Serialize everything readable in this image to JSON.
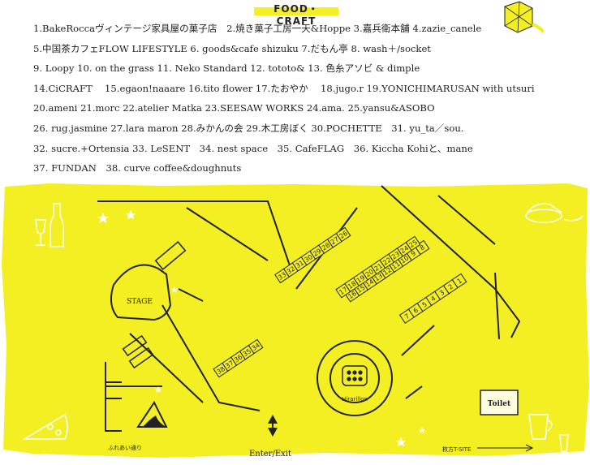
{
  "header": {
    "title": "FOOD・CRAFT"
  },
  "exhibitors": [
    "1.BakeRoccaヴィンテージ家具屋の菓子店　2.焼き菓子工房一天&Hoppe 3.嘉兵衛本舗 4.zazie_canele",
    "5.中国茶カフェFLOW LIFESTYLE 6. goods&cafe shizuku 7.だもん亭 8. wash＋/socket",
    "9. Loopy 10. on the grass 11. Neko Standard 12. tototo& 13. 色糸アソビ & dimple",
    "14.CiCRAFT　 15.egaon!naaare 16.tito flower 17.たおやか　 18.jugo.r 19.YONICHIMARUSAN with utsuri",
    "20.ameni 21.morc 22.atelier Matka 23.SEESAW WORKS 24.ama. 25.yansu&ASOBO",
    "26. rug.jasmine 27.lara maron 28.みかんの会 29.木工房ぼく 30.POCHETTE　31. yu_ta／sou.",
    "32. sucre.+Ortensia 33. LeSENT　34. nest space　35. CafeFLAG　36. Kiccha Kohiと、mane",
    "37. FUNDAN　38. curve coffee&doughnuts"
  ],
  "map": {
    "stage_label": "STAGE",
    "hirarillon_label": "Hirarillon",
    "toilet_label": "Toilet",
    "entrance_label": "Enter/Exit",
    "street_label": "ふれあい通り",
    "direction_label": "枚方T-SITE",
    "booths": {
      "row_a": [
        "1",
        "2",
        "3",
        "4",
        "5",
        "6",
        "7"
      ],
      "row_b_top": [
        "8",
        "9",
        "10",
        "11",
        "12",
        "13",
        "14",
        "15",
        "16"
      ],
      "row_b_bottom": [
        "25",
        "24",
        "23",
        "22",
        "21",
        "20",
        "19",
        "18",
        "17"
      ],
      "row_c": [
        "26",
        "27",
        "28",
        "29",
        "30",
        "31",
        "32",
        "33"
      ],
      "row_d": [
        "34",
        "35",
        "36",
        "37",
        "38"
      ]
    }
  },
  "colors": {
    "map_bg": "#f3ef23",
    "line": "#222222",
    "header_bar": "#f3ef23"
  }
}
